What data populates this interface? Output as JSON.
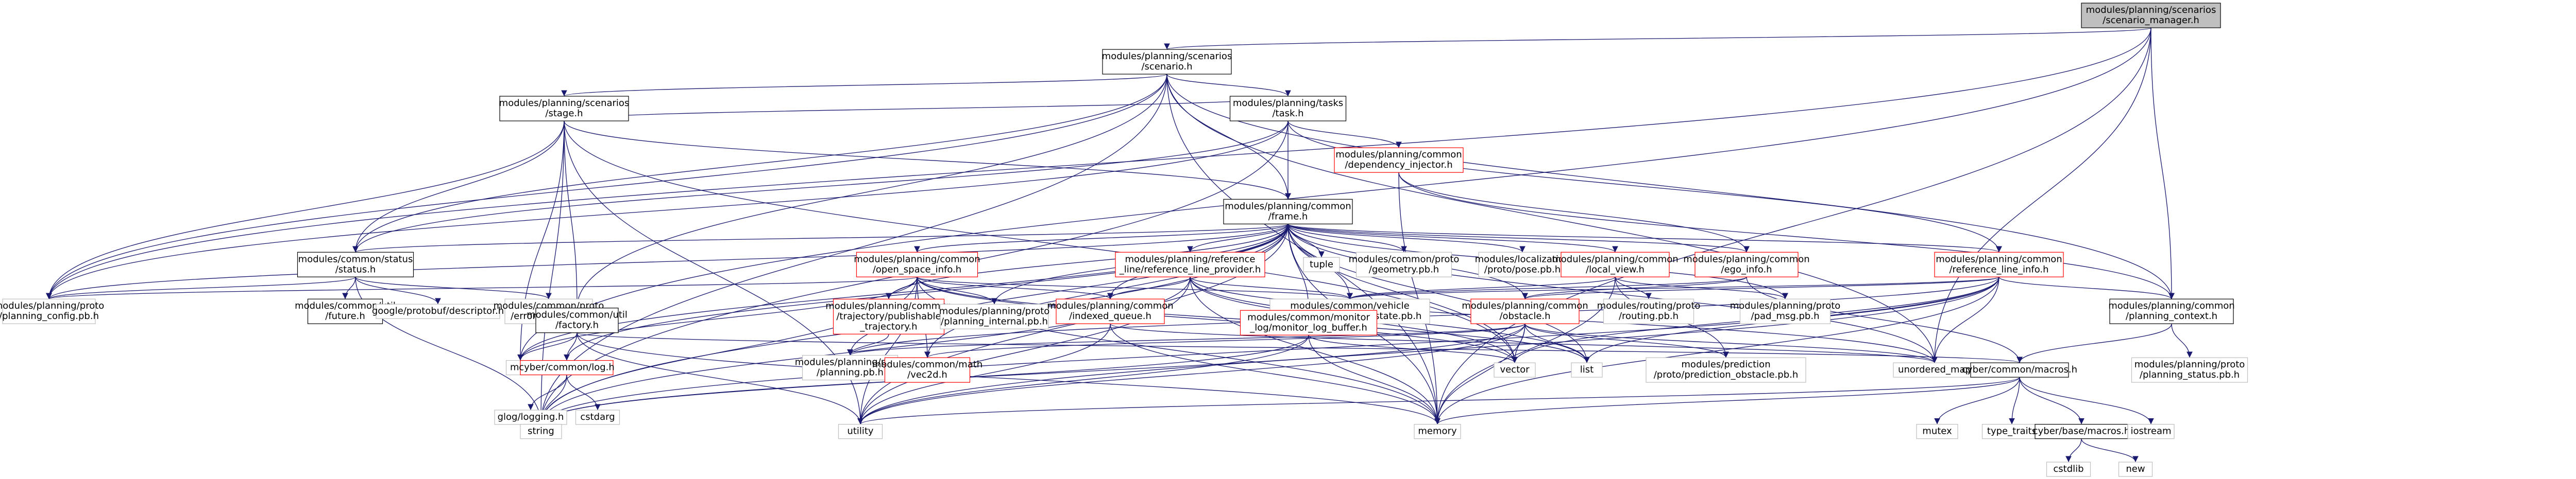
{
  "diagram": {
    "root": "modules/planning/scenarios/scenario_manager.h",
    "colors": {
      "root_fill": "#bfbfbf",
      "node_fill": "#ffffff",
      "black_border": "#000000",
      "red_border": "#ff0000",
      "grey_border": "#bfbfbf",
      "edge": "#191970"
    },
    "nodes": {
      "root": {
        "lines": [
          "modules/planning/scenarios",
          "/scenario_manager.h"
        ],
        "style": "root"
      },
      "scenario": {
        "lines": [
          "modules/planning/scenarios",
          "/scenario.h"
        ],
        "style": "black"
      },
      "stage": {
        "lines": [
          "modules/planning/scenarios",
          "/stage.h"
        ],
        "style": "black"
      },
      "task": {
        "lines": [
          "modules/planning/tasks",
          "/task.h"
        ],
        "style": "black"
      },
      "dep_injector": {
        "lines": [
          "modules/planning/common",
          "/dependency_injector.h"
        ],
        "style": "red"
      },
      "frame": {
        "lines": [
          "modules/planning/common",
          "/frame.h"
        ],
        "style": "black"
      },
      "status": {
        "lines": [
          "modules/common/status",
          "/status.h"
        ],
        "style": "black"
      },
      "planning_config": {
        "lines": [
          "modules/planning/proto",
          "/planning_config.pb.h"
        ],
        "style": "grey"
      },
      "future": {
        "lines": [
          "modules/common/util",
          "/future.h"
        ],
        "style": "black"
      },
      "descriptor": {
        "lines": [
          "google/protobuf/descriptor.h"
        ],
        "style": "grey"
      },
      "error_code": {
        "lines": [
          "modules/common/proto",
          "/error_code.pb.h"
        ],
        "style": "grey"
      },
      "factory": {
        "lines": [
          "modules/common/util",
          "/factory.h"
        ],
        "style": "black"
      },
      "map": {
        "lines": [
          "map"
        ],
        "style": "grey"
      },
      "log": {
        "lines": [
          "cyber/common/log.h"
        ],
        "style": "red"
      },
      "glog": {
        "lines": [
          "glog/logging.h"
        ],
        "style": "grey"
      },
      "cstdarg": {
        "lines": [
          "cstdarg"
        ],
        "style": "grey"
      },
      "string": {
        "lines": [
          "string"
        ],
        "style": "grey"
      },
      "utility": {
        "lines": [
          "utility"
        ],
        "style": "grey"
      },
      "memory": {
        "lines": [
          "memory"
        ],
        "style": "grey"
      },
      "open_space": {
        "lines": [
          "modules/planning/common",
          "/open_space_info.h"
        ],
        "style": "red"
      },
      "publishable_traj": {
        "lines": [
          "modules/planning/common",
          "/trajectory/publishable",
          "_trajectory.h"
        ],
        "style": "red"
      },
      "planning_pb": {
        "lines": [
          "modules/planning/proto",
          "/planning.pb.h"
        ],
        "style": "grey"
      },
      "vec2d": {
        "lines": [
          "modules/common/math",
          "/vec2d.h"
        ],
        "style": "red"
      },
      "planning_internal": {
        "lines": [
          "modules/planning/proto",
          "/planning_internal.pb.h"
        ],
        "style": "grey"
      },
      "ref_line_provider": {
        "lines": [
          "modules/planning/reference",
          "_line/reference_line_provider.h"
        ],
        "style": "red"
      },
      "indexed_queue": {
        "lines": [
          "modules/planning/common",
          "/indexed_queue.h"
        ],
        "style": "red"
      },
      "vehicle_state": {
        "lines": [
          "modules/common/vehicle",
          "_state/proto/vehicle_state.pb.h"
        ],
        "style": "grey"
      },
      "log_buffer": {
        "lines": [
          "modules/common/monitor",
          "_log/monitor_log_buffer.h"
        ],
        "style": "red"
      },
      "obstacle": {
        "lines": [
          "modules/planning/common",
          "/obstacle.h"
        ],
        "style": "red"
      },
      "tuple": {
        "lines": [
          "tuple"
        ],
        "style": "grey"
      },
      "geometry": {
        "lines": [
          "modules/common/proto",
          "/geometry.pb.h"
        ],
        "style": "grey"
      },
      "pose": {
        "lines": [
          "modules/localization",
          "/proto/pose.pb.h"
        ],
        "style": "grey"
      },
      "local_view": {
        "lines": [
          "modules/planning/common",
          "/local_view.h"
        ],
        "style": "red"
      },
      "routing": {
        "lines": [
          "modules/routing/proto",
          "/routing.pb.h"
        ],
        "style": "grey"
      },
      "ego_info": {
        "lines": [
          "modules/planning/common",
          "/ego_info.h"
        ],
        "style": "red"
      },
      "pad_msg": {
        "lines": [
          "modules/planning/proto",
          "/pad_msg.pb.h"
        ],
        "style": "grey"
      },
      "prediction_obstacle": {
        "lines": [
          "modules/prediction",
          "/proto/prediction_obstacle.pb.h"
        ],
        "style": "grey"
      },
      "vector": {
        "lines": [
          "vector"
        ],
        "style": "grey"
      },
      "list": {
        "lines": [
          "list"
        ],
        "style": "grey"
      },
      "unordered_map": {
        "lines": [
          "unordered_map"
        ],
        "style": "grey"
      },
      "ref_line_info": {
        "lines": [
          "modules/planning/common",
          "/reference_line_info.h"
        ],
        "style": "red"
      },
      "planning_context": {
        "lines": [
          "modules/planning/common",
          "/planning_context.h"
        ],
        "style": "black"
      },
      "planning_status": {
        "lines": [
          "modules/planning/proto",
          "/planning_status.pb.h"
        ],
        "style": "grey"
      },
      "macros": {
        "lines": [
          "cyber/common/macros.h"
        ],
        "style": "black"
      },
      "mutex": {
        "lines": [
          "mutex"
        ],
        "style": "grey"
      },
      "type_traits": {
        "lines": [
          "type_traits"
        ],
        "style": "grey"
      },
      "base_macros": {
        "lines": [
          "cyber/base/macros.h"
        ],
        "style": "black"
      },
      "iostream": {
        "lines": [
          "iostream"
        ],
        "style": "grey"
      },
      "cstdlib": {
        "lines": [
          "cstdlib"
        ],
        "style": "grey"
      },
      "new": {
        "lines": [
          "new"
        ],
        "style": "grey"
      }
    },
    "edges": [
      [
        "root",
        "scenario"
      ],
      [
        "root",
        "planning_context"
      ],
      [
        "root",
        "planning_config"
      ],
      [
        "root",
        "map"
      ],
      [
        "root",
        "memory"
      ],
      [
        "root",
        "unordered_map"
      ],
      [
        "scenario",
        "stage"
      ],
      [
        "scenario",
        "task"
      ],
      [
        "scenario",
        "frame"
      ],
      [
        "scenario",
        "status"
      ],
      [
        "scenario",
        "factory"
      ],
      [
        "scenario",
        "planning_context"
      ],
      [
        "scenario",
        "planning_config"
      ],
      [
        "scenario",
        "string"
      ],
      [
        "scenario",
        "memory"
      ],
      [
        "scenario",
        "unordered_map"
      ],
      [
        "stage",
        "task"
      ],
      [
        "stage",
        "frame"
      ],
      [
        "stage",
        "status"
      ],
      [
        "stage",
        "factory"
      ],
      [
        "stage",
        "planning_config"
      ],
      [
        "stage",
        "string"
      ],
      [
        "stage",
        "utility"
      ],
      [
        "stage",
        "vector"
      ],
      [
        "stage",
        "map"
      ],
      [
        "task",
        "dep_injector"
      ],
      [
        "task",
        "frame"
      ],
      [
        "task",
        "status"
      ],
      [
        "task",
        "ref_line_info"
      ],
      [
        "task",
        "planning_config"
      ],
      [
        "task",
        "string"
      ],
      [
        "dep_injector",
        "ego_info"
      ],
      [
        "dep_injector",
        "planning_context"
      ],
      [
        "dep_injector",
        "memory"
      ],
      [
        "frame",
        "status"
      ],
      [
        "frame",
        "open_space"
      ],
      [
        "frame",
        "ref_line_provider"
      ],
      [
        "frame",
        "indexed_queue"
      ],
      [
        "frame",
        "obstacle"
      ],
      [
        "frame",
        "local_view"
      ],
      [
        "frame",
        "ego_info"
      ],
      [
        "frame",
        "ref_line_info"
      ],
      [
        "frame",
        "planning_config"
      ],
      [
        "frame",
        "vehicle_state"
      ],
      [
        "frame",
        "planning_pb"
      ],
      [
        "frame",
        "planning_internal"
      ],
      [
        "frame",
        "geometry"
      ],
      [
        "frame",
        "pose"
      ],
      [
        "frame",
        "pad_msg"
      ],
      [
        "frame",
        "log_buffer"
      ],
      [
        "frame",
        "publishable_traj"
      ],
      [
        "frame",
        "vec2d"
      ],
      [
        "frame",
        "tuple"
      ],
      [
        "frame",
        "list"
      ],
      [
        "frame",
        "vector"
      ],
      [
        "frame",
        "map"
      ],
      [
        "frame",
        "string"
      ],
      [
        "frame",
        "memory"
      ],
      [
        "frame",
        "unordered_map"
      ],
      [
        "frame",
        "utility"
      ],
      [
        "frame",
        "log"
      ],
      [
        "status",
        "future"
      ],
      [
        "status",
        "descriptor"
      ],
      [
        "status",
        "error_code"
      ],
      [
        "status",
        "string"
      ],
      [
        "status",
        "planning_config"
      ],
      [
        "factory",
        "map"
      ],
      [
        "factory",
        "log"
      ],
      [
        "factory",
        "macros"
      ],
      [
        "factory",
        "utility"
      ],
      [
        "factory",
        "memory"
      ],
      [
        "log",
        "glog"
      ],
      [
        "log",
        "cstdarg"
      ],
      [
        "log",
        "string"
      ],
      [
        "open_space",
        "publishable_traj"
      ],
      [
        "open_space",
        "indexed_queue"
      ],
      [
        "open_space",
        "planning_internal"
      ],
      [
        "open_space",
        "vec2d"
      ],
      [
        "open_space",
        "vehicle_state"
      ],
      [
        "open_space",
        "planning_config"
      ],
      [
        "open_space",
        "list"
      ],
      [
        "open_space",
        "string"
      ],
      [
        "open_space",
        "vector"
      ],
      [
        "open_space",
        "map"
      ],
      [
        "open_space",
        "utility"
      ],
      [
        "open_space",
        "memory"
      ],
      [
        "publishable_traj",
        "planning_pb"
      ],
      [
        "ref_line_provider",
        "indexed_queue"
      ],
      [
        "ref_line_provider",
        "vehicle_state"
      ],
      [
        "ref_line_provider",
        "list"
      ],
      [
        "ref_line_provider",
        "vector"
      ],
      [
        "ref_line_provider",
        "memory"
      ],
      [
        "ref_line_provider",
        "unordered_map"
      ],
      [
        "ref_line_provider",
        "string"
      ],
      [
        "ref_line_provider",
        "utility"
      ],
      [
        "indexed_queue",
        "memory"
      ],
      [
        "indexed_queue",
        "utility"
      ],
      [
        "indexed_queue",
        "unordered_map"
      ],
      [
        "log_buffer",
        "memory"
      ],
      [
        "log_buffer",
        "string"
      ],
      [
        "log_buffer",
        "vector"
      ],
      [
        "log_buffer",
        "utility"
      ],
      [
        "obstacle",
        "prediction_obstacle"
      ],
      [
        "obstacle",
        "planning_pb"
      ],
      [
        "obstacle",
        "vec2d"
      ],
      [
        "obstacle",
        "list"
      ],
      [
        "obstacle",
        "vector"
      ],
      [
        "obstacle",
        "string"
      ],
      [
        "obstacle",
        "memory"
      ],
      [
        "obstacle",
        "unordered_map"
      ],
      [
        "obstacle",
        "utility"
      ],
      [
        "local_view",
        "routing"
      ],
      [
        "local_view",
        "pad_msg"
      ],
      [
        "local_view",
        "prediction_obstacle"
      ],
      [
        "local_view",
        "memory"
      ],
      [
        "local_view",
        "vehicle_state"
      ],
      [
        "ego_info",
        "vehicle_state"
      ],
      [
        "ego_info",
        "macros"
      ],
      [
        "ego_info",
        "obstacle"
      ],
      [
        "ref_line_info",
        "obstacle"
      ],
      [
        "ref_line_info",
        "planning_context"
      ],
      [
        "ref_line_info",
        "vehicle_state"
      ],
      [
        "ref_line_info",
        "list"
      ],
      [
        "ref_line_info",
        "vector"
      ],
      [
        "ref_line_info",
        "unordered_map"
      ],
      [
        "ref_line_info",
        "string"
      ],
      [
        "ref_line_info",
        "memory"
      ],
      [
        "ref_line_info",
        "utility"
      ],
      [
        "ref_line_info",
        "planning_pb"
      ],
      [
        "planning_context",
        "planning_status"
      ],
      [
        "planning_context",
        "macros"
      ],
      [
        "macros",
        "mutex"
      ],
      [
        "macros",
        "type_traits"
      ],
      [
        "macros",
        "base_macros"
      ],
      [
        "macros",
        "iostream"
      ],
      [
        "macros",
        "memory"
      ],
      [
        "macros",
        "utility"
      ],
      [
        "base_macros",
        "cstdlib"
      ],
      [
        "base_macros",
        "new"
      ]
    ]
  }
}
